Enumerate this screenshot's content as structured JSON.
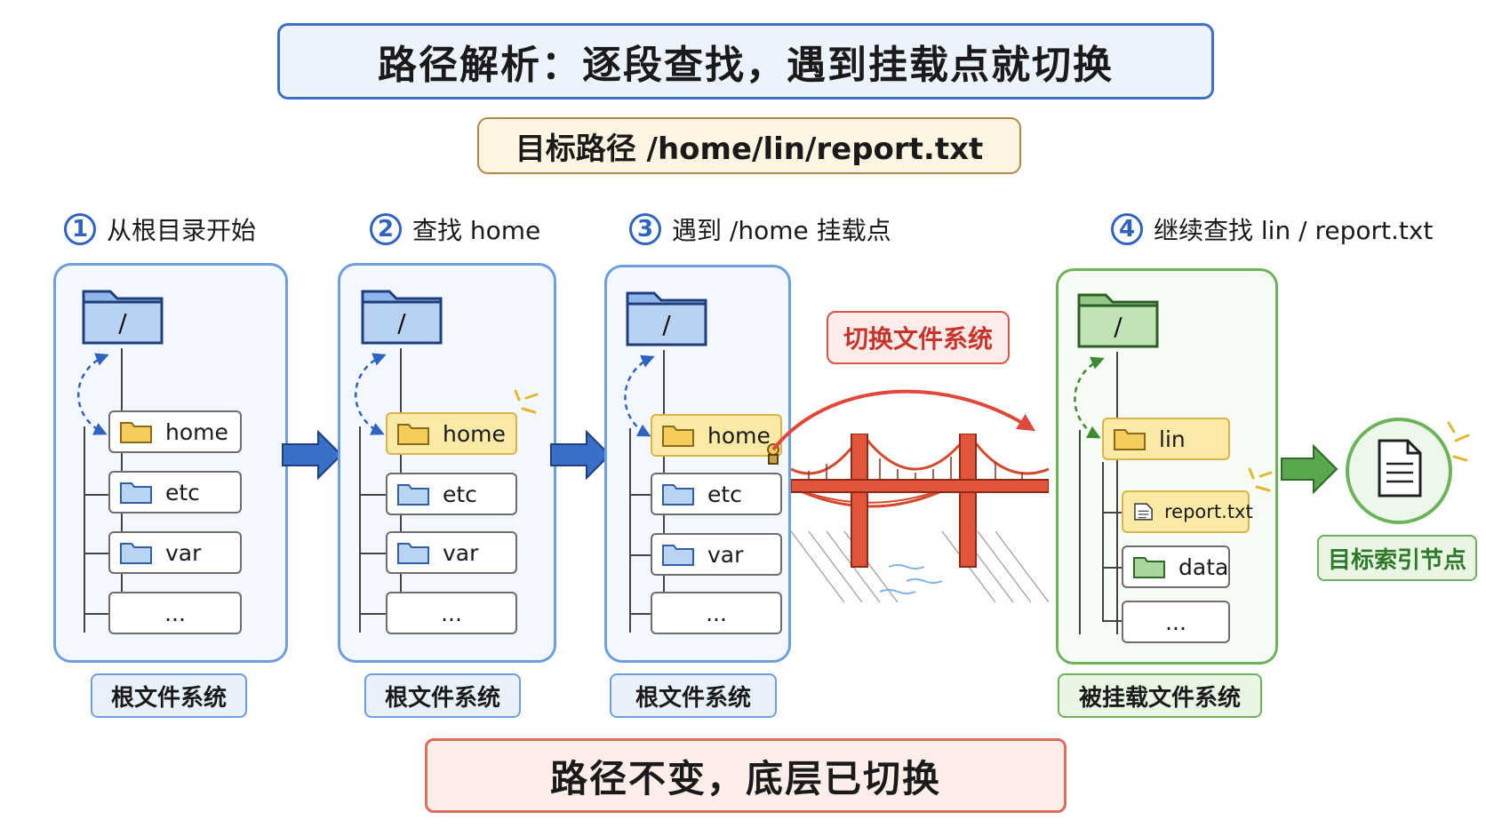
{
  "title": "路径解析：逐段查找，遇到挂载点就切换",
  "target_path": "目标路径 /home/lin/report.txt",
  "steps": [
    {
      "num": "1",
      "label": "从根目录开始",
      "fs_label": "根文件系统",
      "root": "/",
      "items": [
        "home",
        "etc",
        "var",
        "..."
      ]
    },
    {
      "num": "2",
      "label": "查找 home",
      "fs_label": "根文件系统",
      "root": "/",
      "items": [
        "home",
        "etc",
        "var",
        "..."
      ]
    },
    {
      "num": "3",
      "label": "遇到 /home 挂载点",
      "fs_label": "根文件系统",
      "root": "/",
      "items": [
        "home",
        "etc",
        "var",
        "..."
      ]
    },
    {
      "num": "4",
      "label": "继续查找 lin / report.txt",
      "fs_label": "被挂载文件系统",
      "root": "/",
      "items": [
        "lin",
        "report.txt",
        "data",
        "..."
      ]
    }
  ],
  "switch_label": "切换文件系统",
  "inode_label": "目标索引节点",
  "bottom_note": "路径不变，底层已切换",
  "colors": {
    "blue": "#3f6fc6",
    "green": "#6db35c",
    "red": "#df5346",
    "yellow": "#fbe9a6"
  }
}
